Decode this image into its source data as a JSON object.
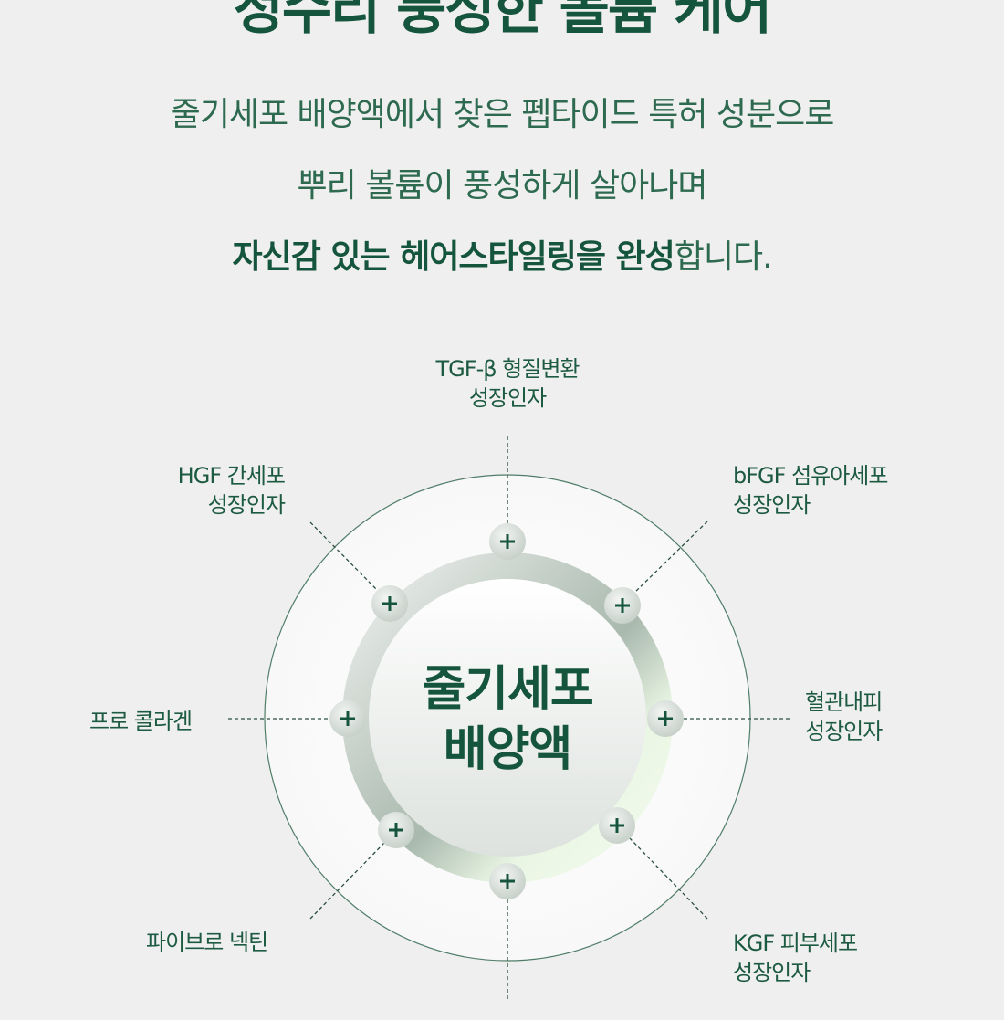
{
  "header": {
    "title": "정수리 풍성한 볼륨 케어",
    "line1": "줄기세포 배양액에서 찾은  펩타이드 특허 성분으로",
    "line2": "뿌리 볼륨이 풍성하게 살아나며",
    "line3_bold": "자신감 있는 헤어스타일링을 완성",
    "line3_rest": "합니다."
  },
  "diagram": {
    "center_line1": "줄기세포",
    "center_line2": "배양액",
    "node_icon": "plus-icon",
    "colors": {
      "accent": "#16553d",
      "background": "#efefef"
    },
    "labels": [
      {
        "l1": "TGF-β 형질변환",
        "l2": "성장인자"
      },
      {
        "l1": "bFGF 섬유아세포",
        "l2": "성장인자"
      },
      {
        "l1": "혈관내피",
        "l2": "성장인자"
      },
      {
        "l1": "KGF 피부세포",
        "l2": "성장인자"
      },
      {
        "l1": "파이브로 넥틴",
        "l2": ""
      },
      {
        "l1": "프로 콜라겐",
        "l2": ""
      },
      {
        "l1": "HGF 간세포",
        "l2": "성장인자"
      }
    ]
  }
}
